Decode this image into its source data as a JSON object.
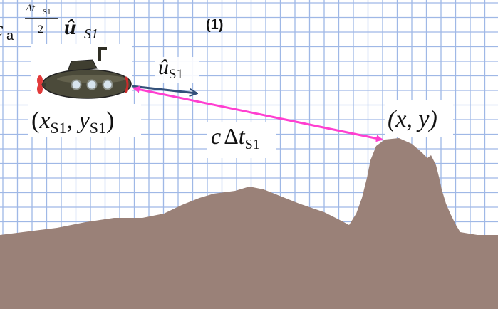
{
  "figure": {
    "panel_label": "(1)",
    "top_formula": {
      "prefix": "c",
      "prefix_sub": "a",
      "frac_num": "Δt",
      "frac_num_sub": "S1",
      "frac_den": "2",
      "vector": "û",
      "vector_sub": "S1"
    },
    "sub_position": {
      "open": "(",
      "x": "x",
      "x_sub": "S1",
      "comma": ", ",
      "y": "y",
      "y_sub": "S1",
      "close": ")"
    },
    "unit_vector": {
      "symbol": "û",
      "sub": "S1"
    },
    "range_label": {
      "c": "c",
      "delta": "Δ",
      "t": "t",
      "sub": "S1"
    },
    "target_label": "(x, y)"
  },
  "colors": {
    "grid_line": "#9fb8e6",
    "grid_bg": "#ffffff",
    "seafloor": "#9a8178",
    "range_arrow": "#ff3fd0",
    "unit_arrow": "#33507a",
    "submarine_hull": "#4b4a3a",
    "submarine_window": "#d7e4ee",
    "propeller": "#e23a3a"
  },
  "icons": {
    "submarine": "submarine-icon"
  }
}
